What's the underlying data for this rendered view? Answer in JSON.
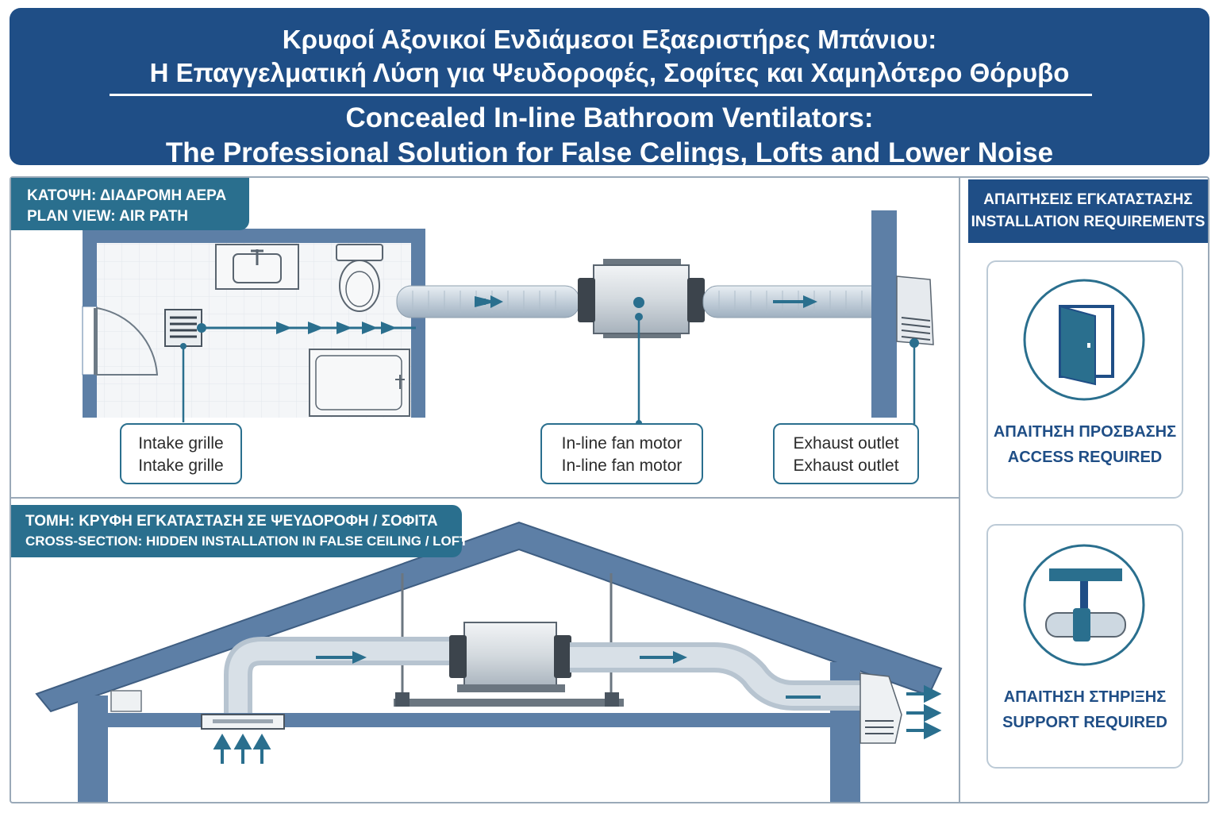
{
  "header": {
    "title_gr_line1": "Κρυφοί Αξονικοί Ενδιάμεσοι Εξαεριστήρες Μπάνιου:",
    "title_gr_line2": "Η Επαγγελματική Λύση για Ψευδοροφές, Σοφίτες και Χαμηλότερο Θόρυβο",
    "title_en_line1": "Concealed In-line Bathroom Ventilators:",
    "title_en_line2": "The Professional Solution for False Celings, Lofts and Lower Noise"
  },
  "plan_view": {
    "tag_gr": "ΚΑΤΟΨΗ: ΔΙΑΔΡΟΜΗ ΑΕΡΑ",
    "tag_en": "PLAN VIEW: AIR PATH",
    "callouts": [
      {
        "line1": "Intake grille",
        "line2": "Intake grille"
      },
      {
        "line1": "In-line fan motor",
        "line2": "In-line fan motor"
      },
      {
        "line1": "Exhaust outlet",
        "line2": "Exhaust outlet"
      }
    ]
  },
  "cross_section": {
    "tag_gr": "ΤΟΜΗ: ΚΡΥΦΗ ΕΓΚΑΤΑΣΤΑΣΗ ΣΕ ΨΕΥΔΟΡΟΦΗ / ΣΟΦΙΤΑ",
    "tag_en": "CROSS-SECTION: HIDDEN INSTALLATION IN FALSE CEILING / LOFT"
  },
  "requirements": {
    "heading_gr": "ΑΠΑΙΤΗΣΕΙΣ ΕΓΚΑΤΑΣΤΑΣΗΣ",
    "heading_en": "INSTALLATION REQUIREMENTS",
    "cards": [
      {
        "gr": "ΑΠΑΙΤΗΣΗ ΠΡΟΣΒΑΣΗΣ",
        "en": "ACCESS REQUIRED",
        "icon": "door-icon"
      },
      {
        "gr": "ΑΠΑΙΤΗΣΗ ΣΤΗΡΙΞΗΣ",
        "en": "SUPPORT REQUIRED",
        "icon": "pipe-support-icon"
      }
    ]
  },
  "colors": {
    "navy": "#1f4e86",
    "teal": "#2a6f8e",
    "wall": "#5d7fa6",
    "duct": "#c9d4de"
  }
}
